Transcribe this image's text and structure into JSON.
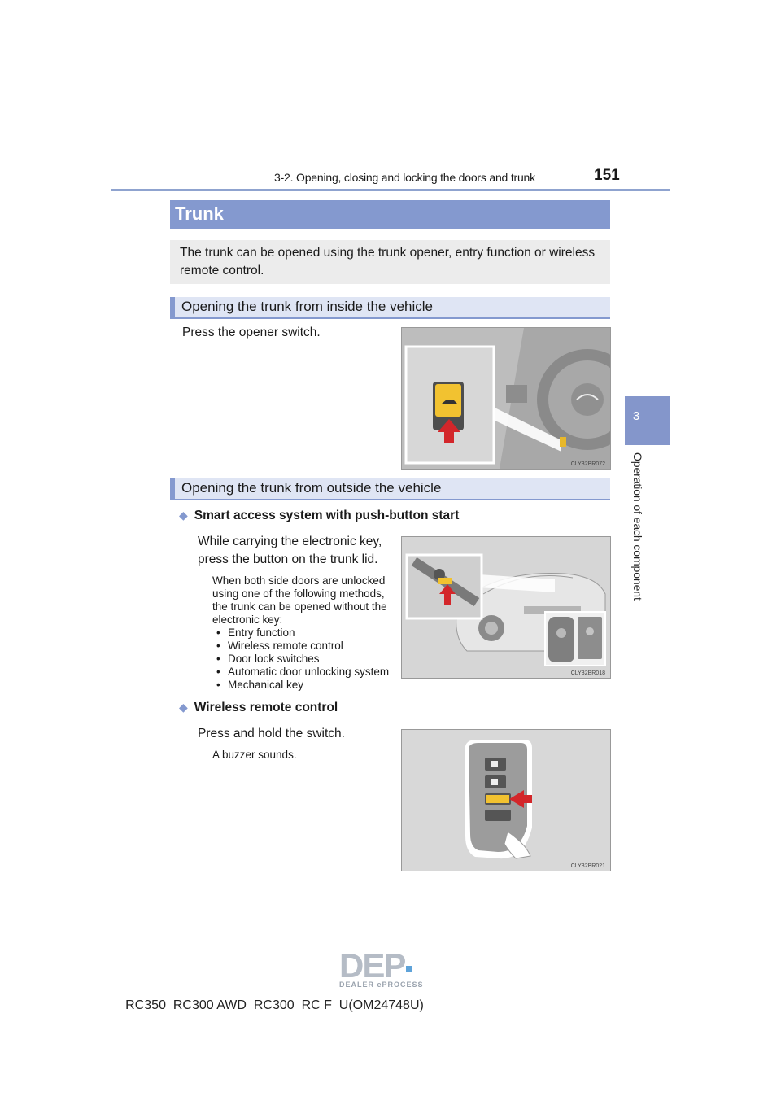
{
  "header": {
    "section": "3-2. Opening, closing and locking the doors and trunk",
    "page_number": "151"
  },
  "side_tab": {
    "number": "3",
    "label": "Operation of each component"
  },
  "title": "Trunk",
  "intro": "The trunk can be opened using the trunk opener, entry function or wireless remote control.",
  "inside": {
    "heading": "Opening the trunk from inside the vehicle",
    "instruction": "Press the opener switch.",
    "figure_code": "CLY32BR072"
  },
  "outside": {
    "heading": "Opening the trunk from outside the vehicle",
    "smart": {
      "heading": "Smart access system with push-button start",
      "instruction_line1": "While carrying the electronic key,",
      "instruction_line2": "press the button on the trunk lid.",
      "note_lines": [
        "When both side doors are unlocked",
        "using one of the following methods,",
        "the trunk can be opened without the",
        "electronic key:"
      ],
      "methods": [
        "Entry function",
        "Wireless remote control",
        "Door lock switches",
        "Automatic door unlocking system",
        "Mechanical key"
      ],
      "figure_code": "CLY32BR018"
    },
    "remote": {
      "heading": "Wireless remote control",
      "instruction": "Press and hold the switch.",
      "note": "A buzzer sounds.",
      "figure_code": "CLY32BR021"
    }
  },
  "footer": {
    "model": "RC350_RC300 AWD_RC300_RC F_U(OM24748U)",
    "logo_letters": "DEP",
    "logo_caption": "DEALER ePROCESS"
  },
  "colors": {
    "accent": "#8499cf",
    "subhead_bg": "#dfe5f4",
    "intro_bg": "#ececec",
    "arrow_red": "#d3262a",
    "switch_yellow": "#f2c230"
  }
}
